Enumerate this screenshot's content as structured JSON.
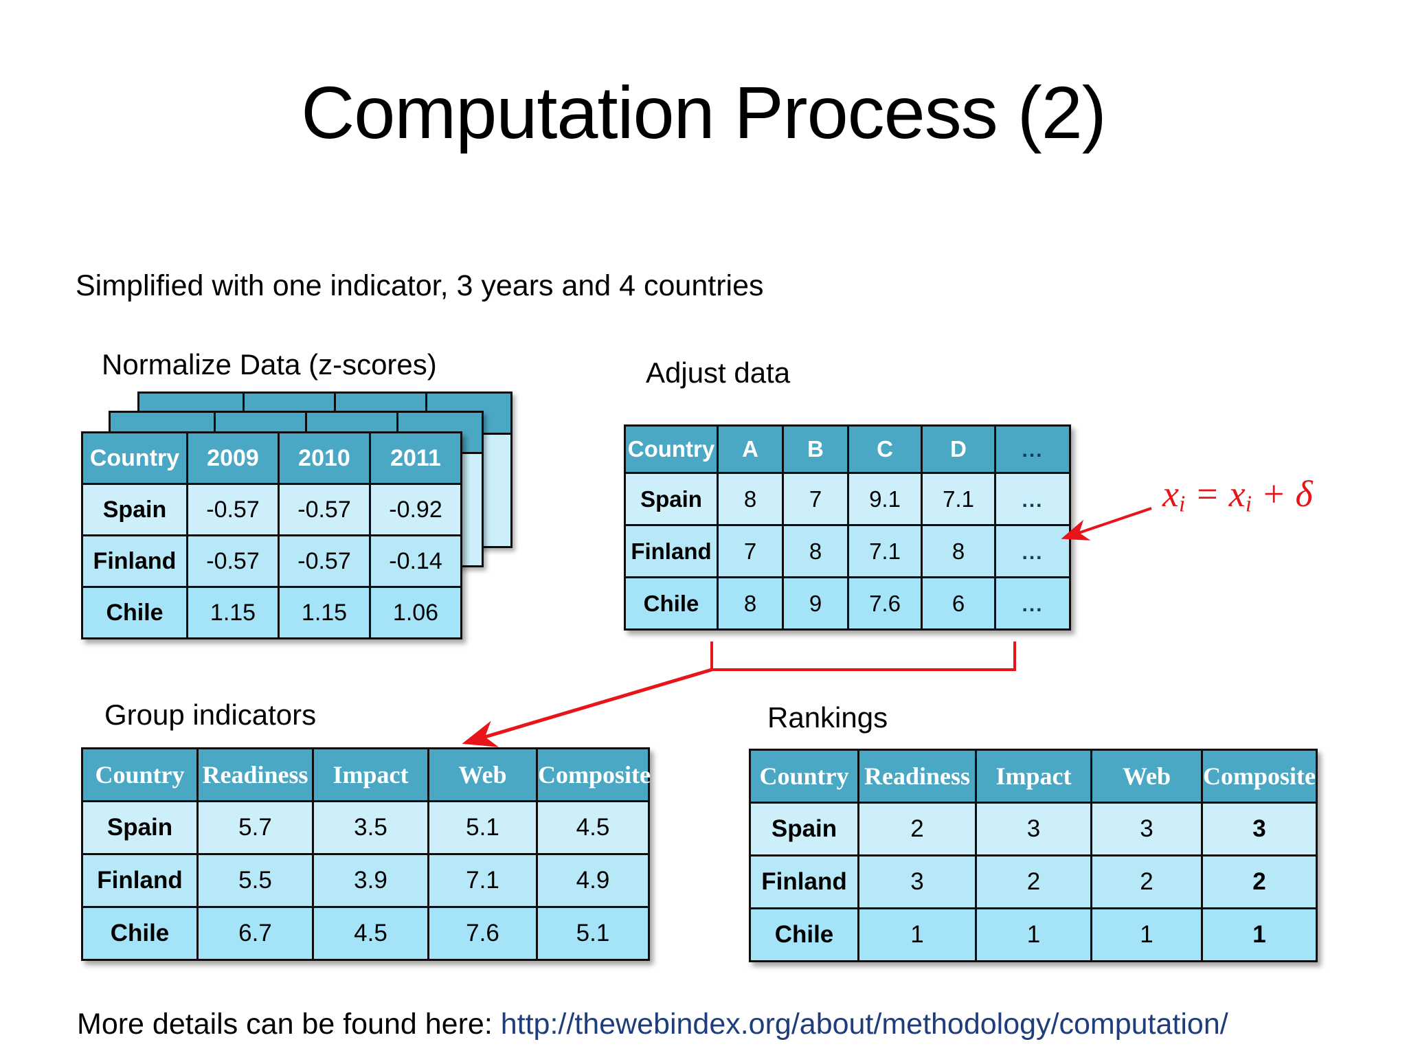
{
  "slide": {
    "title": "Computation Process (2)",
    "subtitle": "Simplified with one indicator, 3 years and 4 countries",
    "footer_prefix": "More details can be found here: ",
    "footer_url": "http://thewebindex.org/about/methodology/computation/",
    "formula": {
      "lhs": "x",
      "lhs_sub": "i",
      "eq": " = ",
      "rhs": "x",
      "rhs_sub": "i",
      "plus": " + ",
      "delta": "δ"
    }
  },
  "colors": {
    "header_teal": "#4ba8c4",
    "row1": "#cdeffa",
    "row2": "#b7e8f8",
    "row3": "#a4e3f8",
    "border": "#0d0d0d",
    "accent_red": "#e8141a",
    "link_blue": "#1f3d7a"
  },
  "sections": {
    "normalize": {
      "caption": "Normalize Data (z-scores)"
    },
    "adjust": {
      "caption": "Adjust data"
    },
    "group": {
      "caption": "Group indicators"
    },
    "rankings": {
      "caption": "Rankings"
    }
  },
  "tables": {
    "normalize": {
      "headers": [
        "Country",
        "2009",
        "2010",
        "2011"
      ],
      "rows": [
        [
          "Spain",
          "-0.57",
          "-0.57",
          "-0.92"
        ],
        [
          "Finland",
          "-0.57",
          "-0.57",
          "-0.14"
        ],
        [
          "Chile",
          "1.15",
          "1.15",
          "1.06"
        ]
      ]
    },
    "adjust": {
      "headers": [
        "Country",
        "A",
        "B",
        "C",
        "D",
        "..."
      ],
      "rows": [
        [
          "Spain",
          "8",
          "7",
          "9.1",
          "7.1",
          "..."
        ],
        [
          "Finland",
          "7",
          "8",
          "7.1",
          "8",
          "..."
        ],
        [
          "Chile",
          "8",
          "9",
          "7.6",
          "6",
          "..."
        ]
      ]
    },
    "group": {
      "headers": [
        "Country",
        "Readiness",
        "Impact",
        "Web",
        "Composite"
      ],
      "rows": [
        [
          "Spain",
          "5.7",
          "3.5",
          "5.1",
          "4.5"
        ],
        [
          "Finland",
          "5.5",
          "3.9",
          "7.1",
          "4.9"
        ],
        [
          "Chile",
          "6.7",
          "4.5",
          "7.6",
          "5.1"
        ]
      ]
    },
    "rankings": {
      "headers": [
        "Country",
        "Readiness",
        "Impact",
        "Web",
        "Composite"
      ],
      "rows": [
        [
          "Spain",
          "2",
          "3",
          "3",
          "3"
        ],
        [
          "Finland",
          "3",
          "2",
          "2",
          "2"
        ],
        [
          "Chile",
          "1",
          "1",
          "1",
          "1"
        ]
      ]
    }
  }
}
